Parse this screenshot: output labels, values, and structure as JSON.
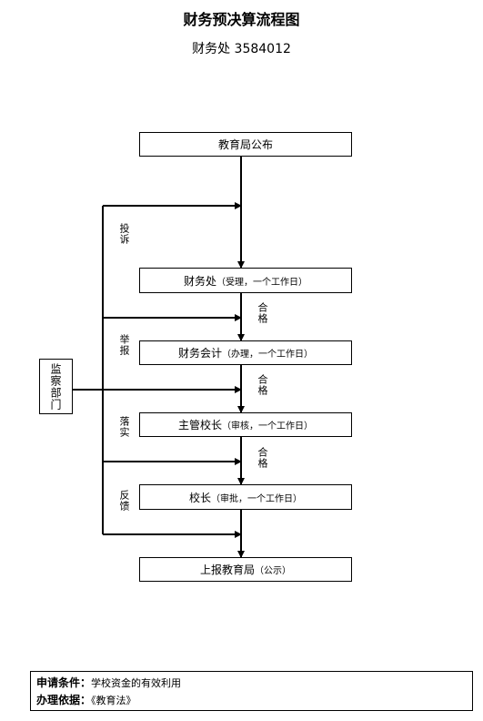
{
  "title": "财务预决算流程图",
  "subtitle": "财务处  3584012",
  "steps": [
    {
      "main": "教育局公布",
      "note": ""
    },
    {
      "main": "财务处",
      "note": "（受理，一个工作日）"
    },
    {
      "main": "财务会计",
      "note": "（办理，一个工作日）"
    },
    {
      "main": "主管校长",
      "note": "（审核，一个工作日）"
    },
    {
      "main": "校长",
      "note": "（审批，一个工作日）"
    },
    {
      "main": "上报教育局",
      "note": "（公示）"
    }
  ],
  "arrow_labels": [
    "合格",
    "合格",
    "合格"
  ],
  "side_labels": [
    "投诉",
    "举报",
    "落实",
    "反馈"
  ],
  "monitor": "监察部门",
  "footer": {
    "condition_label": "申请条件：",
    "condition_text": "学校资金的有效利用",
    "basis_label": "办理依据：",
    "basis_text": "《教育法》"
  }
}
